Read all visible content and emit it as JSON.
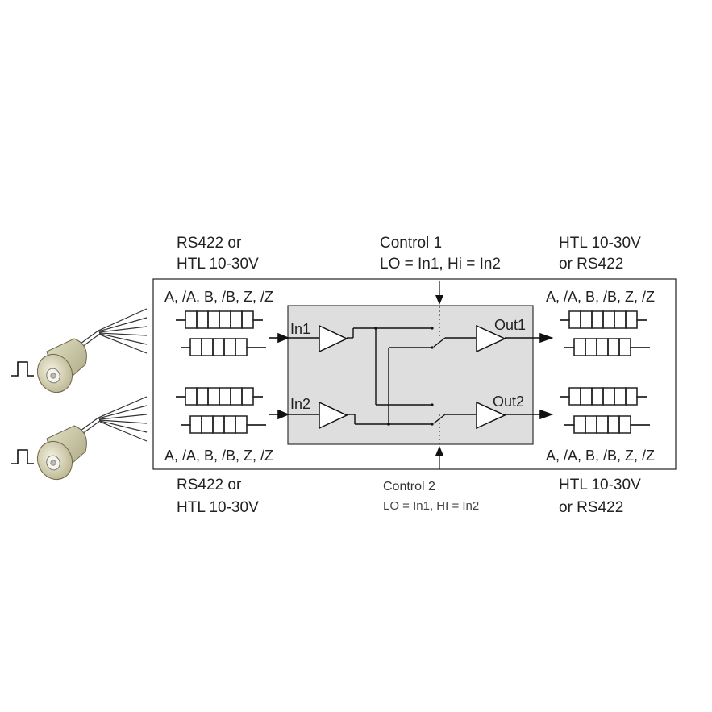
{
  "labels": {
    "top_left_line1": "RS422 or",
    "top_left_line2": "HTL 10-30V",
    "top_right_line1": "HTL 10-30V",
    "top_right_line2": "or RS422",
    "bottom_left_line1": "RS422 or",
    "bottom_left_line2": "HTL 10-30V",
    "bottom_right_line1": "HTL 10-30V",
    "bottom_right_line2": "or RS422",
    "control1_title": "Control 1",
    "control1_desc": "LO = In1, Hi = In2",
    "control2_title": "Control 2",
    "control2_desc": "LO = In1, HI = In2",
    "signals_in_top": "A, /A, B, /B, Z, /Z",
    "signals_out_top": "A, /A, B, /B, Z, /Z",
    "signals_in_bottom": "A, /A, B, /B, Z, /Z",
    "signals_out_bottom": "A, /A, B, /B, Z, /Z",
    "in1": "In1",
    "in2": "In2",
    "out1": "Out1",
    "out2": "Out2"
  },
  "colors": {
    "line": "#222222",
    "module_fill": "#dedede",
    "encoder_body": "#c9c6a4",
    "encoder_face": "#e8e5cc"
  }
}
